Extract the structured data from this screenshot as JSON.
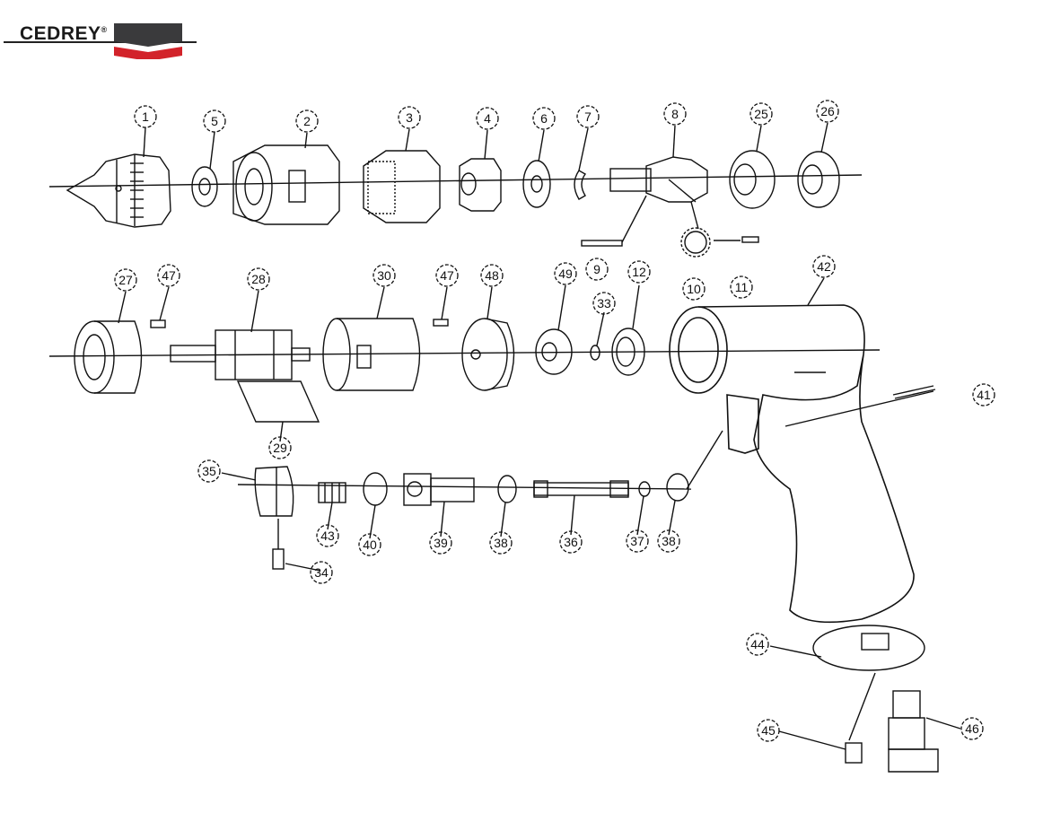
{
  "brand": {
    "name": "CEDREY",
    "mark": "®",
    "colors": {
      "dark": "#3a3a3c",
      "red": "#d2232a"
    }
  },
  "callouts": [
    {
      "id": "c1",
      "label": "1"
    },
    {
      "id": "c5",
      "label": "5"
    },
    {
      "id": "c2",
      "label": "2"
    },
    {
      "id": "c3",
      "label": "3"
    },
    {
      "id": "c4",
      "label": "4"
    },
    {
      "id": "c6",
      "label": "6"
    },
    {
      "id": "c7",
      "label": "7"
    },
    {
      "id": "c8",
      "label": "8"
    },
    {
      "id": "c25",
      "label": "25"
    },
    {
      "id": "c26",
      "label": "26"
    },
    {
      "id": "c9",
      "label": "9"
    },
    {
      "id": "c10",
      "label": "10"
    },
    {
      "id": "c11",
      "label": "11"
    },
    {
      "id": "c27",
      "label": "27"
    },
    {
      "id": "c47a",
      "label": "47"
    },
    {
      "id": "c28",
      "label": "28"
    },
    {
      "id": "c30",
      "label": "30"
    },
    {
      "id": "c47b",
      "label": "47"
    },
    {
      "id": "c48",
      "label": "48"
    },
    {
      "id": "c49",
      "label": "49"
    },
    {
      "id": "c33",
      "label": "33"
    },
    {
      "id": "c12",
      "label": "12"
    },
    {
      "id": "c42",
      "label": "42"
    },
    {
      "id": "c29",
      "label": "29"
    },
    {
      "id": "c41",
      "label": "41"
    },
    {
      "id": "c35",
      "label": "35"
    },
    {
      "id": "c43",
      "label": "43"
    },
    {
      "id": "c40",
      "label": "40"
    },
    {
      "id": "c39",
      "label": "39"
    },
    {
      "id": "c38a",
      "label": "38"
    },
    {
      "id": "c36",
      "label": "36"
    },
    {
      "id": "c37",
      "label": "37"
    },
    {
      "id": "c38b",
      "label": "38"
    },
    {
      "id": "c34",
      "label": "34"
    },
    {
      "id": "c44",
      "label": "44"
    },
    {
      "id": "c45",
      "label": "45"
    },
    {
      "id": "c46",
      "label": "46"
    }
  ]
}
